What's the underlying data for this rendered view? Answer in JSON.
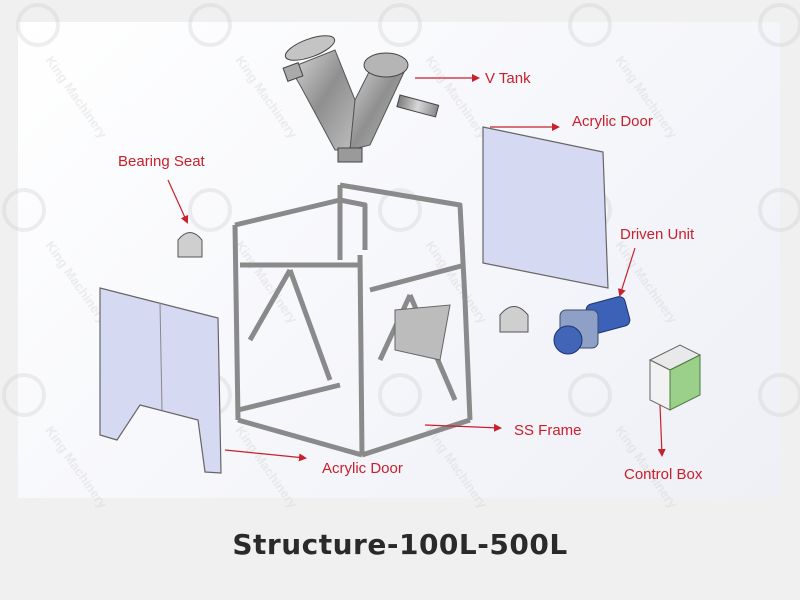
{
  "caption": "Structure-100L-500L",
  "watermark": {
    "brand": "King Machinery"
  },
  "labels": {
    "v_tank": "V Tank",
    "acrylic_door_top": "Acrylic Door",
    "bearing_seat": "Bearing Seat",
    "driven_unit": "Driven Unit",
    "ss_frame": "SS Frame",
    "acrylic_door_bottom": "Acrylic Door",
    "control_box": "Control Box"
  },
  "colors": {
    "callout": "#c8202c",
    "panel_fill": "#d6d9f2",
    "motor": "#3c62b8",
    "control_box_accent": "#9ad08a",
    "frame": "#8a8a8a"
  }
}
